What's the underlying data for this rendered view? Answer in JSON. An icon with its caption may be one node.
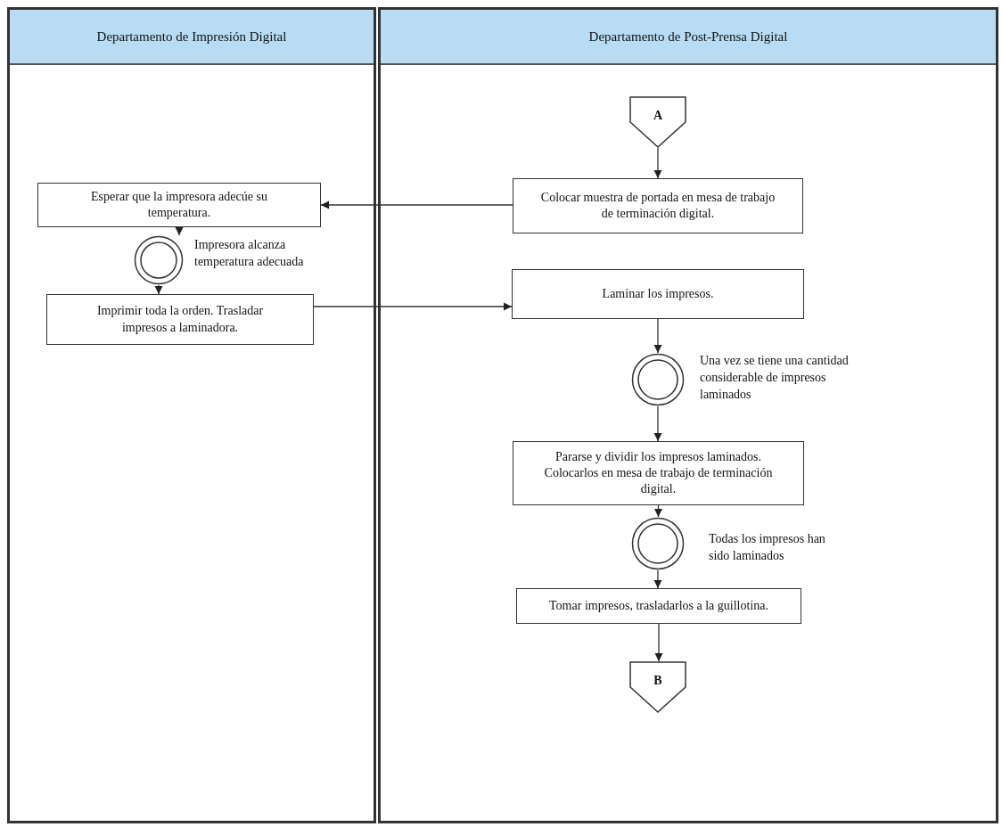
{
  "diagram": {
    "nodes": [
      {
        "text": [
          "Departamento de Impresión Digital"
        ]
      },
      {
        "text": [
          "Departamento de Post-Prensa Digital"
        ]
      },
      {
        "text": [
          "A"
        ],
        "in": 1
      },
      {
        "text": [
          "Esperar que la impresora adecúe su temperatura."
        ],
        "in": 0
      },
      {
        "text": [
          "Colocar muestra de portada en mesa de trabajo de terminación digital."
        ],
        "in": 1
      },
      {
        "text": [],
        "shape": "circle",
        "beside": [
          "Impresora alcanza temperatura adecuada"
        ],
        "in": 0
      },
      {
        "text": [
          "Imprimir toda la orden. Trasladar impresos a laminadora."
        ],
        "in": 0
      },
      {
        "text": [
          "Laminar los impresos."
        ],
        "in": 1
      },
      {
        "text": [],
        "shape": "circle",
        "beside": [
          "Una vez se tiene una cantidad considerable de impresos laminados"
        ],
        "in": 1
      },
      {
        "text": [
          "Pararse y dividir los impresos laminados. Colocarlos en mesa de trabajo de terminación digital."
        ],
        "in": 1
      },
      {
        "text": [],
        "shape": "circle",
        "beside": [
          "Todas los impresos han sido laminados"
        ],
        "in": 1
      },
      {
        "text": [
          "Tomar impresos, trasladarlos a la guillotina."
        ],
        "in": 1
      },
      {
        "text": [
          "B"
        ],
        "in": 1
      }
    ],
    "edges": [
      {
        "from": 2,
        "to": 4,
        "arrow": "to"
      },
      {
        "from": 4,
        "to": 3,
        "arrow": "to"
      },
      {
        "from": 3,
        "to": 5,
        "arrow": "to"
      },
      {
        "from": 5,
        "to": 6,
        "arrow": "to"
      },
      {
        "from": 6,
        "to": 7,
        "arrow": "to"
      },
      {
        "from": 7,
        "to": 8,
        "arrow": "to"
      },
      {
        "from": 8,
        "to": 9,
        "arrow": "to"
      },
      {
        "from": 9,
        "to": 10,
        "arrow": "to"
      },
      {
        "from": 10,
        "to": 11,
        "arrow": "to"
      },
      {
        "from": 11,
        "to": 12,
        "arrow": "to"
      }
    ]
  }
}
